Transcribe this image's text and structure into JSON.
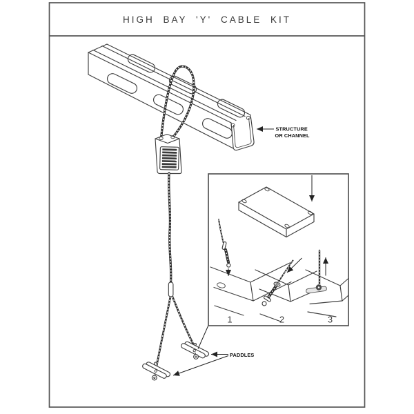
{
  "title": "HIGH BAY 'Y' CABLE KIT",
  "callouts": {
    "structure": {
      "line1": "STRUCTURE",
      "line2": "OR CHANNEL"
    },
    "paddles": "PADDLES"
  },
  "inset_steps": [
    {
      "number": "1"
    },
    {
      "number": "2"
    },
    {
      "number": "3"
    }
  ],
  "colors": {
    "background": "#ffffff",
    "line": "#3f3f3f",
    "border": "#555555",
    "label_text": "#111111",
    "paddle_fill": "#e6e6e6"
  }
}
